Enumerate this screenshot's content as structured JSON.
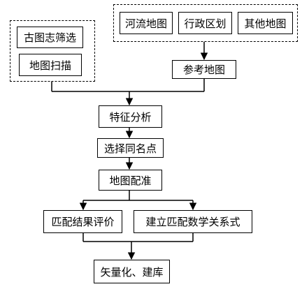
{
  "left_group": [
    "古图志筛选",
    "地图扫描"
  ],
  "right_group": [
    "河流地图",
    "行政区划",
    "其他地图"
  ],
  "reference": "参考地图",
  "steps": [
    "特征分析",
    "选择同名点",
    "地图配准"
  ],
  "branches": [
    "匹配结果评价",
    "建立匹配数学关系式"
  ],
  "final": "矢量化、建库"
}
